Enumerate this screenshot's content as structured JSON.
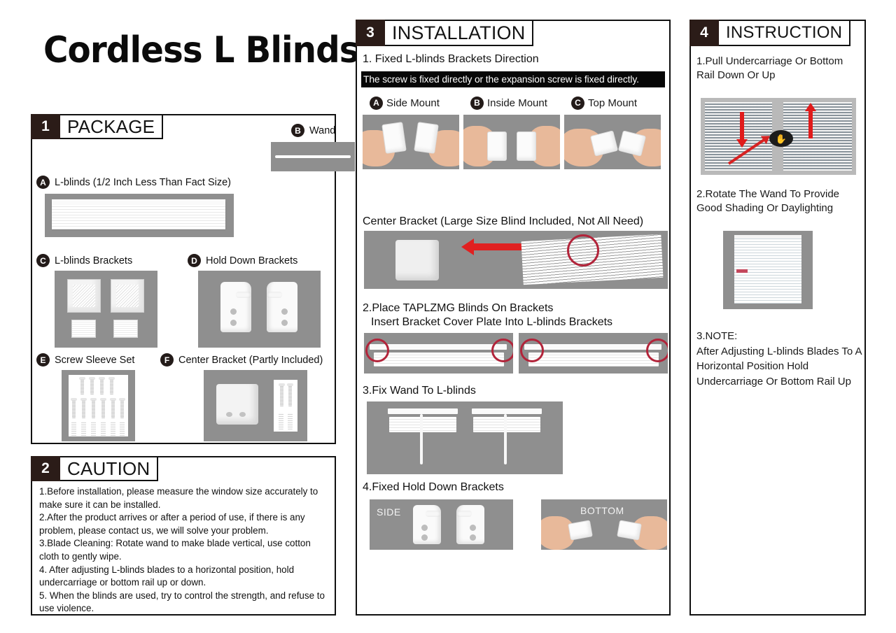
{
  "title": "Cordless L Blinds",
  "sections": {
    "package": {
      "number": "1",
      "title": "PACKAGE",
      "items": [
        {
          "badge": "A",
          "label": "L-blinds (1/2 Inch Less Than Fact Size)"
        },
        {
          "badge": "B",
          "label": "Wand"
        },
        {
          "badge": "C",
          "label": "L-blinds Brackets"
        },
        {
          "badge": "D",
          "label": "Hold Down Brackets"
        },
        {
          "badge": "E",
          "label": "Screw Sleeve Set"
        },
        {
          "badge": "F",
          "label": "Center Bracket (Partly Included)"
        }
      ]
    },
    "caution": {
      "number": "2",
      "title": "CAUTION",
      "lines": [
        "1.Before installation, please measure the window size accurately to make sure it can be installed.",
        "2.After the product arrives or after a period of use, if there is any problem, please contact us, we will solve your problem.",
        "3.Blade Cleaning: Rotate wand to make blade vertical, use cotton cloth to gently wipe.",
        "4. After adjusting L-blinds blades to a horizontal position, hold undercarriage or bottom rail up or down.",
        "5. When the blinds are used, try to control the strength, and refuse to use violence."
      ]
    },
    "installation": {
      "number": "3",
      "title": "INSTALLATION",
      "step1_title": "1. Fixed L-blinds Brackets Direction",
      "banner": "The screw is fixed directly or the expansion screw is fixed directly.",
      "mounts": [
        {
          "badge": "A",
          "label": "Side Mount"
        },
        {
          "badge": "B",
          "label": "Inside Mount"
        },
        {
          "badge": "C",
          "label": "Top Mount"
        }
      ],
      "center_bracket_title": "Center Bracket (Large Size Blind Included, Not All Need)",
      "step2_title": "2.Place TAPLZMG Blinds On Brackets",
      "step2_sub": "Insert Bracket Cover Plate Into L-blinds Brackets",
      "step3_title": "3.Fix Wand To L-blinds",
      "step4_title": "4.Fixed Hold Down Brackets",
      "step4_side_label": "SIDE",
      "step4_bottom_label": "BOTTOM"
    },
    "instruction": {
      "number": "4",
      "title": "INSTRUCTION",
      "step1": "1.Pull Undercarriage Or Bottom Rail Down Or Up",
      "step2": "2.Rotate The Wand To Provide Good Shading Or Daylighting",
      "step3_heading": "3.NOTE:",
      "step3_body": "After Adjusting L-blinds Blades To A Horizontal  Position Hold Undercarriage Or Bottom Rail Up"
    }
  },
  "colors": {
    "header_dark": "#2b1c18",
    "photo_gray": "#8f8f8f",
    "red_accent": "#e02020",
    "circle_red": "#b2243a"
  }
}
